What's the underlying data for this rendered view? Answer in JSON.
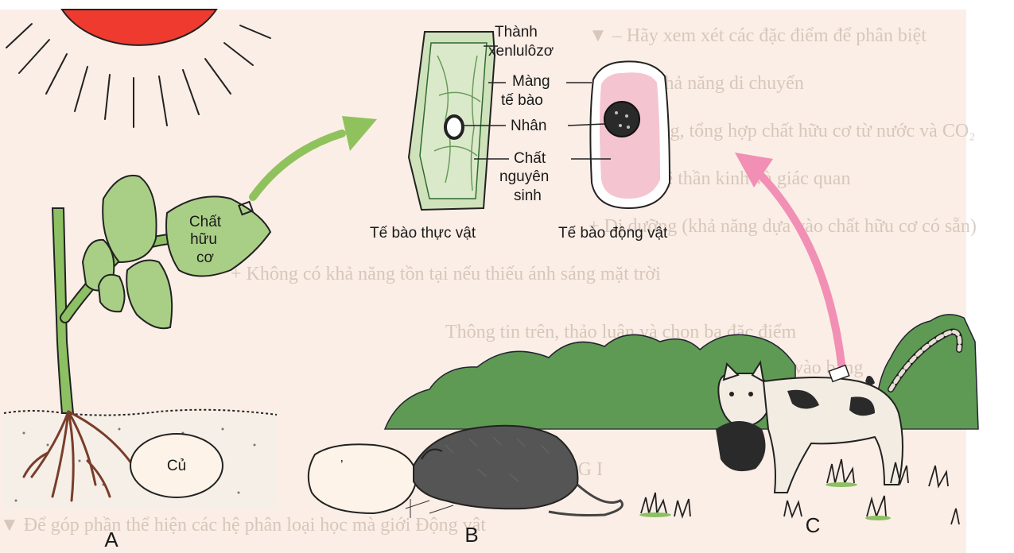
{
  "background_text": {
    "lines": [
      "▼ – Hãy xem xét các đặc điểm để phân biệt",
      "+ Có khả năng di chuyển",
      "+ Tự dưỡng, tổng hợp chất hữu cơ từ nước và CO₂",
      "+ Có hệ thần kinh và giác quan",
      "+ Dị dưỡng (khả năng dựa vào chất hữu cơ có sẵn)",
      "+ Không có khả năng tồn tại nếu thiếu ánh sáng mặt trời",
      "Thông tin trên, thảo luận và chọn ba đặc điểm",
      "bằng cách đánh dấu (✓) vào bảng",
      "CHƯƠNG I",
      "▼ Để góp phần thể hiện các hệ phân loại học mà giới Động vật"
    ]
  },
  "plant_leaf_label": [
    "Chất",
    "hữu",
    "cơ"
  ],
  "tuber_label": "Củ",
  "cell_labels": {
    "wall": [
      "Thành",
      "xenlulôzơ"
    ],
    "membrane": [
      "Màng",
      "tế bào"
    ],
    "nucleus": "Nhân",
    "cytoplasm": [
      "Chất",
      "nguyên",
      "sinh"
    ]
  },
  "plant_cell_caption": "Tế bào thực vật",
  "animal_cell_caption": "Tế bào động vật",
  "panel_letters": {
    "a": "A",
    "b": "B",
    "c": "C"
  },
  "colors": {
    "leaf": "#a9cf86",
    "stem": "#8cc063",
    "bush": "#5e9a53",
    "arrow_green": "#8fc25c",
    "arrow_pink": "#f28fb4",
    "sun": "#ee3a2f",
    "plant_cell": "#cfe2bb",
    "animal_cell": "#f4c4d0",
    "cat_patch": "#2a2a2a",
    "rat": "#555555"
  }
}
